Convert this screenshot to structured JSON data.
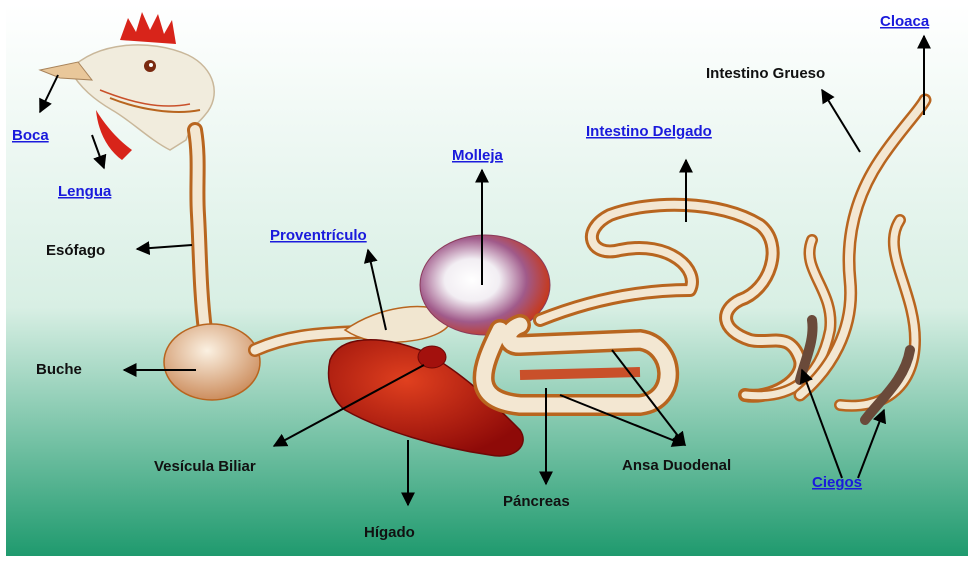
{
  "labels": {
    "boca": "Boca",
    "lengua": "Lengua",
    "esofago": "Esófago",
    "buche": "Buche",
    "proventriculo": "Proventrículo",
    "molleja": "Molleja",
    "intestino_delgado": "Intestino Delgado",
    "intestino_grueso": "Intestino Grueso",
    "cloaca": "Cloaca",
    "vesicula_biliar": "Vesícula Biliar",
    "higado": "Hígado",
    "pancreas": "Páncreas",
    "ansa_duodenal": "Ansa Duodenal",
    "ciegos": "Ciegos"
  },
  "colors": {
    "bg_top": "#ffffff",
    "bg_bottom": "#1f9a6e",
    "tract": "#f3e7d2",
    "tract_edge": "#b8651f",
    "liver": "#c0140f",
    "gizzard": "#c53a1f",
    "link": "#1a1adc"
  }
}
